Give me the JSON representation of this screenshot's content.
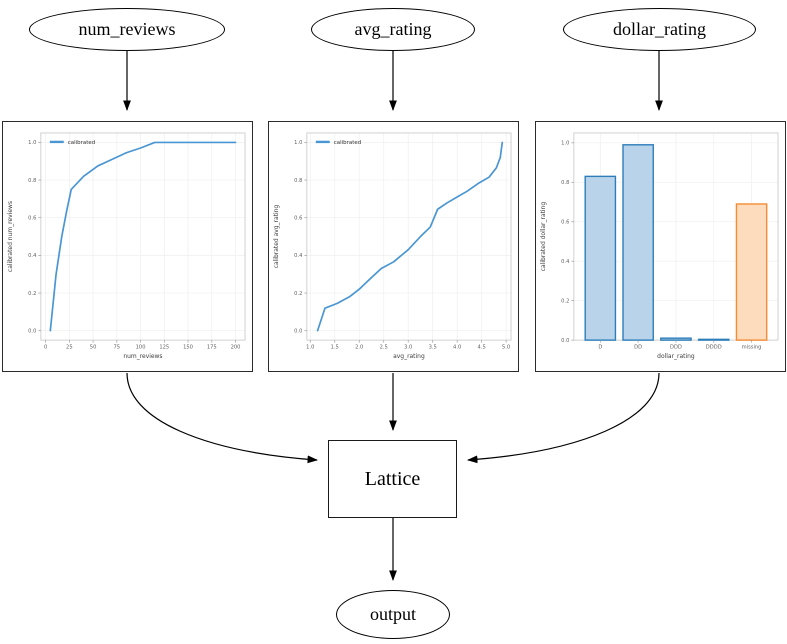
{
  "diagram": {
    "inputs": [
      {
        "label": "num_reviews"
      },
      {
        "label": "avg_rating"
      },
      {
        "label": "dollar_rating"
      }
    ],
    "lattice_label": "Lattice",
    "output_label": "output"
  },
  "colors": {
    "line_blue": "#4a96d2",
    "bar_fill_blue": "#b9d3ea",
    "bar_edge_blue": "#2d7dbb",
    "bar_fill_orange": "#fcdcbd",
    "bar_edge_orange": "#f68b33",
    "grid": "#efefef",
    "spine": "#cccccc",
    "tick_text": "#606060",
    "edge_black": "#000000"
  },
  "chart_data": [
    {
      "type": "line",
      "title": "",
      "legend": [
        "calibrated"
      ],
      "xlabel": "num_reviews",
      "ylabel": "calibrated num_reviews",
      "xlim": [
        -5,
        210
      ],
      "ylim": [
        -0.05,
        1.05
      ],
      "xticks": [
        0,
        25,
        50,
        75,
        100,
        125,
        150,
        175,
        200
      ],
      "xtick_labels": [
        "0",
        "25",
        "50",
        "75",
        "100",
        "125",
        "150",
        "175",
        "200"
      ],
      "yticks": [
        0.0,
        0.2,
        0.4,
        0.6,
        0.8,
        1.0
      ],
      "ytick_labels": [
        "0.0",
        "0.2",
        "0.4",
        "0.6",
        "0.8",
        "1.0"
      ],
      "grid": true,
      "legend_position": "upper-left",
      "line_color": "#4a96d2",
      "points": [
        [
          5,
          0.0
        ],
        [
          11,
          0.3
        ],
        [
          17,
          0.5
        ],
        [
          22,
          0.63
        ],
        [
          27,
          0.75
        ],
        [
          40,
          0.82
        ],
        [
          55,
          0.875
        ],
        [
          70,
          0.91
        ],
        [
          85,
          0.945
        ],
        [
          100,
          0.97
        ],
        [
          115,
          1.0
        ],
        [
          200,
          1.0
        ]
      ]
    },
    {
      "type": "line",
      "title": "",
      "legend": [
        "calibrated"
      ],
      "xlabel": "avg_rating",
      "ylabel": "calibrated avg_rating",
      "xlim": [
        0.93,
        5.1
      ],
      "ylim": [
        -0.05,
        1.05
      ],
      "xticks": [
        1.0,
        1.5,
        2.0,
        2.5,
        3.0,
        3.5,
        4.0,
        4.5,
        5.0
      ],
      "xtick_labels": [
        "1.0",
        "1.5",
        "2.0",
        "2.5",
        "3.0",
        "3.5",
        "4.0",
        "4.5",
        "5.0"
      ],
      "yticks": [
        0.0,
        0.2,
        0.4,
        0.6,
        0.8,
        1.0
      ],
      "ytick_labels": [
        "0.0",
        "0.2",
        "0.4",
        "0.6",
        "0.8",
        "1.0"
      ],
      "grid": true,
      "legend_position": "upper-left",
      "line_color": "#4a96d2",
      "points": [
        [
          1.15,
          0.0
        ],
        [
          1.3,
          0.12
        ],
        [
          1.55,
          0.145
        ],
        [
          1.8,
          0.18
        ],
        [
          2.0,
          0.22
        ],
        [
          2.2,
          0.27
        ],
        [
          2.45,
          0.33
        ],
        [
          2.7,
          0.365
        ],
        [
          3.0,
          0.43
        ],
        [
          3.25,
          0.5
        ],
        [
          3.45,
          0.55
        ],
        [
          3.6,
          0.645
        ],
        [
          3.8,
          0.68
        ],
        [
          4.0,
          0.71
        ],
        [
          4.2,
          0.74
        ],
        [
          4.45,
          0.785
        ],
        [
          4.65,
          0.815
        ],
        [
          4.8,
          0.865
        ],
        [
          4.88,
          0.92
        ],
        [
          4.92,
          1.0
        ]
      ]
    },
    {
      "type": "bar",
      "title": "",
      "xlabel": "dollar_rating",
      "ylabel": "calibrated dollar_rating",
      "categories": [
        "D",
        "DD",
        "DDD",
        "DDDD",
        "missing"
      ],
      "values": [
        0.83,
        0.99,
        0.01,
        0.004,
        0.69
      ],
      "ylim": [
        0,
        1.05
      ],
      "yticks": [
        0.0,
        0.2,
        0.4,
        0.6,
        0.8,
        1.0
      ],
      "ytick_labels": [
        "0.0",
        "0.2",
        "0.4",
        "0.6",
        "0.8",
        "1.0"
      ],
      "grid": true,
      "bar_fill": [
        "#b9d3ea",
        "#b9d3ea",
        "#b9d3ea",
        "#b9d3ea",
        "#fcdcbd"
      ],
      "bar_edge": [
        "#2d7dbb",
        "#2d7dbb",
        "#2d7dbb",
        "#2d7dbb",
        "#f68b33"
      ]
    }
  ]
}
